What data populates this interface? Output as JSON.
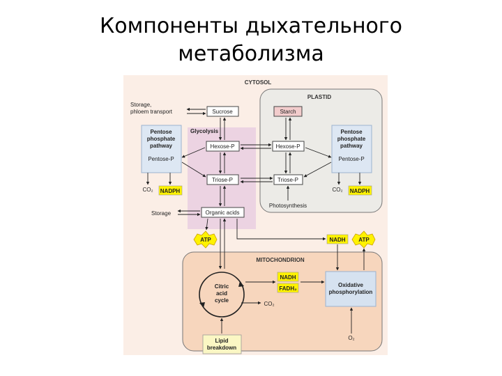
{
  "slide": {
    "title_line1": "Компоненты дыхательного",
    "title_line2": "метаболизма"
  },
  "diagram": {
    "regions": {
      "cytosol": "CYTOSOL",
      "plastid": "PLASTID",
      "glycolysis": "Glycolysis",
      "mitochondrion": "MITOCHONDRION"
    },
    "nodes": {
      "storage_phloem_line1": "Storage,",
      "storage_phloem_line2": "phloem transport",
      "sucrose": "Sucrose",
      "starch": "Starch",
      "hexose_p_cyto": "Hexose-P",
      "hexose_p_plastid": "Hexose-P",
      "triose_p_cyto": "Triose-P",
      "triose_p_plastid": "Triose-P",
      "organic_acids": "Organic acids",
      "storage": "Storage",
      "photosynthesis": "Photosynthesis",
      "ppp_left_line1": "Pentose",
      "ppp_left_line2": "phosphate",
      "ppp_left_line3": "pathway",
      "pentose_p_left": "Pentose-P",
      "ppp_right_line1": "Pentose",
      "ppp_right_line2": "phosphate",
      "ppp_right_line3": "pathway",
      "pentose_p_right": "Pentose-P",
      "co2_left": "CO₂",
      "nadph_left": "NADPH",
      "co2_right": "CO₂",
      "nadph_right": "NADPH",
      "atp_left": "ATP",
      "nadh_top": "NADH",
      "atp_right": "ATP",
      "citric_line1": "Citric",
      "citric_line2": "acid",
      "citric_line3": "cycle",
      "nadh_mito": "NADH",
      "fadh2": "FADH₂",
      "co2_mito": "CO₂",
      "oxphos_line1": "Oxidative",
      "oxphos_line2": "phosphorylation",
      "o2": "O₂",
      "lipid_line1": "Lipid",
      "lipid_line2": "breakdown"
    },
    "colors": {
      "cytosol_bg": "#fbeee6",
      "plastid_bg": "#ecebe7",
      "glycolysis_bg": "#ecd3e2",
      "mito_bg": "#f7d6bd",
      "ppp_bg": "#dde7f3",
      "yellow": "#fff200",
      "starch_fill": "#f2cccc",
      "lipid_fill": "#fbf7c4",
      "oxphos_fill": "#d6e2f0"
    }
  }
}
